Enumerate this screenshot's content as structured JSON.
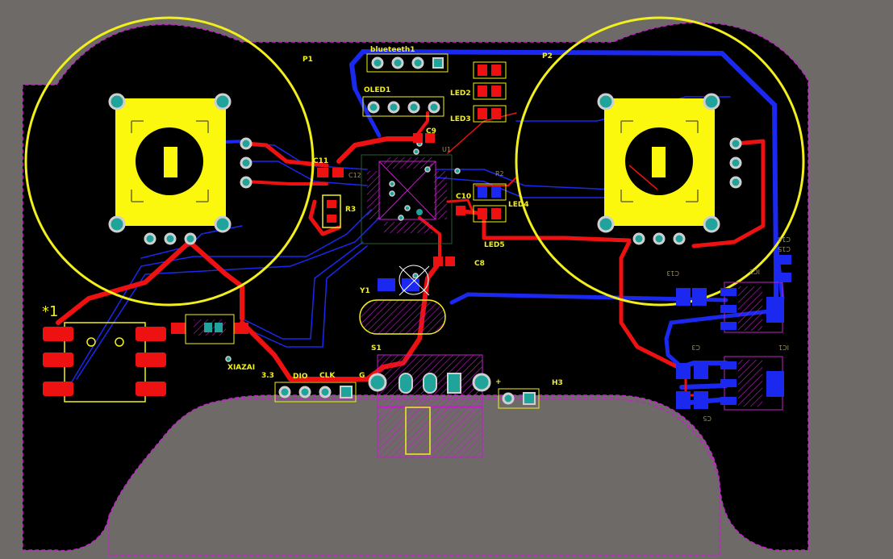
{
  "board": {
    "labels": {
      "p1": "P1",
      "p2": "P2",
      "bluetooth": "blueteeth1",
      "oled": "OLED1",
      "led2": "LED2",
      "led3": "LED3",
      "led4": "LED4",
      "led5": "LED5",
      "c9": "C9",
      "c11": "C11",
      "c12": "C12",
      "c10": "C10",
      "c8": "C8",
      "r3": "R3",
      "r2": "R2",
      "u1": "U1",
      "y1": "Y1",
      "s1": "S1",
      "h3": "H3",
      "dio": "DIO",
      "clk": "CLK",
      "g": "G",
      "plus": "+",
      "v33": "3.3",
      "xiazai": "XIAZAI",
      "star1": "*1",
      "ic1": "IC1",
      "ic2": "IC2",
      "c3": "C3",
      "c5": "C5",
      "c13": "C13",
      "c15": "C15",
      "c16": "C16"
    },
    "colors": {
      "background": "#6e6a67",
      "board": "#000000",
      "outline": "#c71fd0",
      "top_copper": "#ee1111",
      "bottom_copper": "#1a28f0",
      "silkscreen": "#f2ef1c",
      "pad": "#1fa39a"
    }
  }
}
